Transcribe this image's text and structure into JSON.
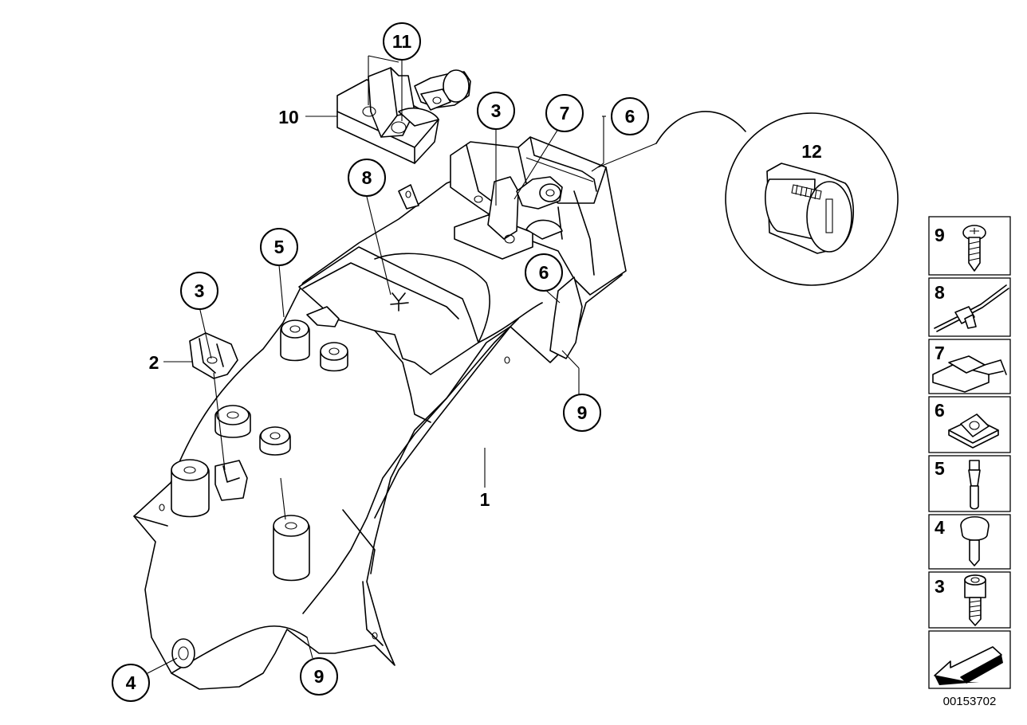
{
  "diagram": {
    "callouts": [
      {
        "id": "c11",
        "label": "11"
      },
      {
        "id": "c3a",
        "label": "3"
      },
      {
        "id": "c7",
        "label": "7"
      },
      {
        "id": "c6a",
        "label": "6"
      },
      {
        "id": "c8",
        "label": "8"
      },
      {
        "id": "c5",
        "label": "5"
      },
      {
        "id": "c3b",
        "label": "3"
      },
      {
        "id": "c6b",
        "label": "6"
      },
      {
        "id": "c9a",
        "label": "9"
      },
      {
        "id": "c4",
        "label": "4"
      },
      {
        "id": "c9b",
        "label": "9"
      }
    ],
    "plain_labels": [
      {
        "id": "p10",
        "label": "10"
      },
      {
        "id": "p2",
        "label": "2"
      },
      {
        "id": "p1",
        "label": "1"
      },
      {
        "id": "p12",
        "label": "12"
      }
    ],
    "legend": [
      {
        "label": "9",
        "icon": "screw-icon"
      },
      {
        "label": "8",
        "icon": "cable-tie-icon"
      },
      {
        "label": "7",
        "icon": "clip-icon"
      },
      {
        "label": "6",
        "icon": "spring-nut-icon"
      },
      {
        "label": "5",
        "icon": "pin-icon"
      },
      {
        "label": "4",
        "icon": "rubber-buffer-icon"
      },
      {
        "label": "3",
        "icon": "hex-socket-screw-icon"
      }
    ],
    "document_id": "00153702"
  }
}
